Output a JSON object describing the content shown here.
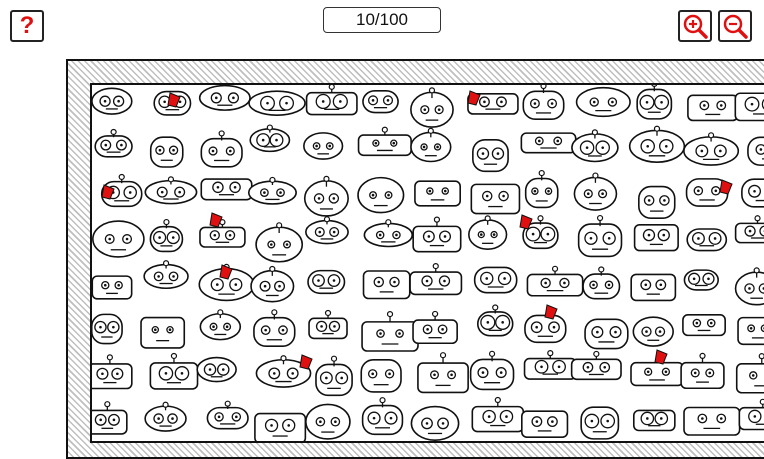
{
  "toolbar": {
    "help_label": "?",
    "counter_text": "10/100"
  },
  "icons": {
    "help": "question-mark-icon",
    "zoom_in": "magnify-plus-icon",
    "zoom_out": "magnify-minus-icon"
  },
  "colors": {
    "accent": "#e01010",
    "ink": "#111111"
  },
  "game": {
    "found": 10,
    "total": 100
  }
}
